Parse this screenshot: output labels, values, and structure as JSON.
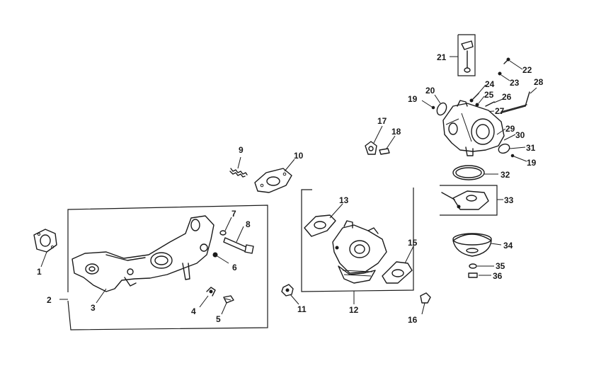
{
  "callouts": [
    {
      "id": "p1",
      "text": "1"
    },
    {
      "id": "p2",
      "text": "2"
    },
    {
      "id": "p3",
      "text": "3"
    },
    {
      "id": "p4",
      "text": "4"
    },
    {
      "id": "p5",
      "text": "5"
    },
    {
      "id": "p6",
      "text": "6"
    },
    {
      "id": "p7",
      "text": "7"
    },
    {
      "id": "p8",
      "text": "8"
    },
    {
      "id": "p9",
      "text": "9"
    },
    {
      "id": "p10",
      "text": "10"
    },
    {
      "id": "p11",
      "text": "11"
    },
    {
      "id": "p12",
      "text": "12"
    },
    {
      "id": "p13",
      "text": "13"
    },
    {
      "id": "p15",
      "text": "15"
    },
    {
      "id": "p16",
      "text": "16"
    },
    {
      "id": "p17",
      "text": "17"
    },
    {
      "id": "p18",
      "text": "18"
    },
    {
      "id": "p19a",
      "text": "19"
    },
    {
      "id": "p19b",
      "text": "19"
    },
    {
      "id": "p20",
      "text": "20"
    },
    {
      "id": "p21",
      "text": "21"
    },
    {
      "id": "p22",
      "text": "22"
    },
    {
      "id": "p23",
      "text": "23"
    },
    {
      "id": "p24",
      "text": "24"
    },
    {
      "id": "p25",
      "text": "25"
    },
    {
      "id": "p26",
      "text": "26"
    },
    {
      "id": "p27",
      "text": "27"
    },
    {
      "id": "p28",
      "text": "28"
    },
    {
      "id": "p29",
      "text": "29"
    },
    {
      "id": "p30",
      "text": "30"
    },
    {
      "id": "p31",
      "text": "31"
    },
    {
      "id": "p32",
      "text": "32"
    },
    {
      "id": "p33",
      "text": "33"
    },
    {
      "id": "p34",
      "text": "34"
    },
    {
      "id": "p35",
      "text": "35"
    },
    {
      "id": "p36",
      "text": "36"
    }
  ],
  "colors": {
    "ink": "#1a1a1a",
    "paper": "#ffffff"
  }
}
